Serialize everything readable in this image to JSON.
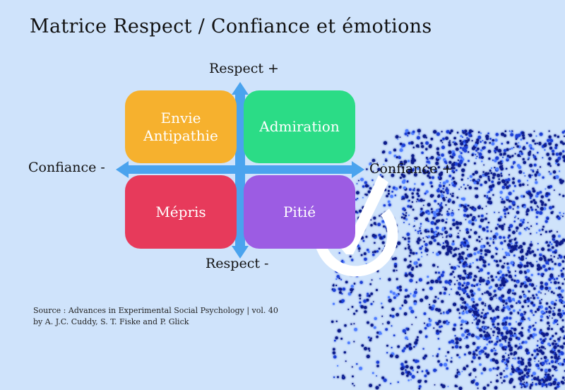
{
  "title": "Matrice Respect / Confiance et émotions",
  "axes": {
    "top": "Respect +",
    "bottom": "Respect -",
    "left": "Confiance -",
    "right": "Confiance +"
  },
  "quadrants": {
    "top_left": [
      "Envie",
      "Antipathie"
    ],
    "top_right": "Admiration",
    "bottom_left": "Mépris",
    "bottom_right": "Pitié"
  },
  "source": {
    "line1": "Source : Advances in Experimental Social Psychology | vol. 40",
    "line2": "by A. J.C. Cuddy, S. T. Fiske and P. Glick"
  },
  "colors": {
    "background": "#cfe3fb",
    "axis_arrows": "#4aa3ee",
    "envie": "#f6b12e",
    "admiration": "#2bdc86",
    "mepris": "#e73a5b",
    "pitie": "#9c5ce3",
    "face_particles": "#0b1a8a"
  },
  "icons": [
    "check-mark-icon",
    "particle-face-illustration"
  ]
}
